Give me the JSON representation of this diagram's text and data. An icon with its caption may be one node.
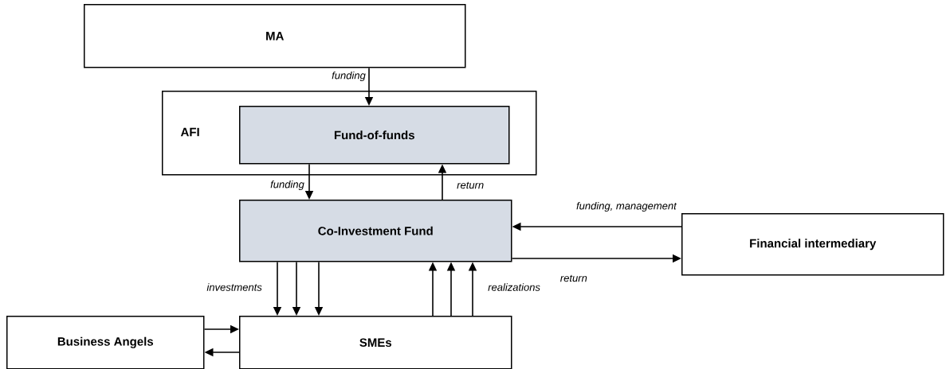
{
  "diagram": {
    "nodes": [
      {
        "text": [
          "MA"
        ]
      },
      {
        "text": [
          "AFI"
        ]
      },
      {
        "text": [
          "Fund-of-funds"
        ],
        "in": 1
      },
      {
        "text": [
          "Co-Investment Fund"
        ]
      },
      {
        "text": [
          "Financial intermediary"
        ]
      },
      {
        "text": [
          "Business Angels"
        ]
      },
      {
        "text": [
          "SMEs"
        ]
      }
    ],
    "edges": [
      {
        "from": 0,
        "to": 2,
        "arrow": "to",
        "label": "funding"
      },
      {
        "from": 2,
        "to": 3,
        "arrow": "to",
        "label": "funding"
      },
      {
        "from": 3,
        "to": 2,
        "arrow": "to",
        "label": "return"
      },
      {
        "from": 4,
        "to": 3,
        "arrow": "to",
        "label": "funding, management"
      },
      {
        "from": 3,
        "to": 4,
        "arrow": "to",
        "label": "return"
      },
      {
        "from": 3,
        "to": 6,
        "arrow": "to",
        "label": "investments"
      },
      {
        "from": 3,
        "to": 6,
        "arrow": "to"
      },
      {
        "from": 3,
        "to": 6,
        "arrow": "to"
      },
      {
        "from": 6,
        "to": 3,
        "arrow": "to"
      },
      {
        "from": 6,
        "to": 3,
        "arrow": "to"
      },
      {
        "from": 6,
        "to": 3,
        "arrow": "to",
        "label": "realizations"
      },
      {
        "from": 5,
        "to": 6,
        "arrow": "to"
      },
      {
        "from": 6,
        "to": 5,
        "arrow": "to"
      }
    ]
  }
}
